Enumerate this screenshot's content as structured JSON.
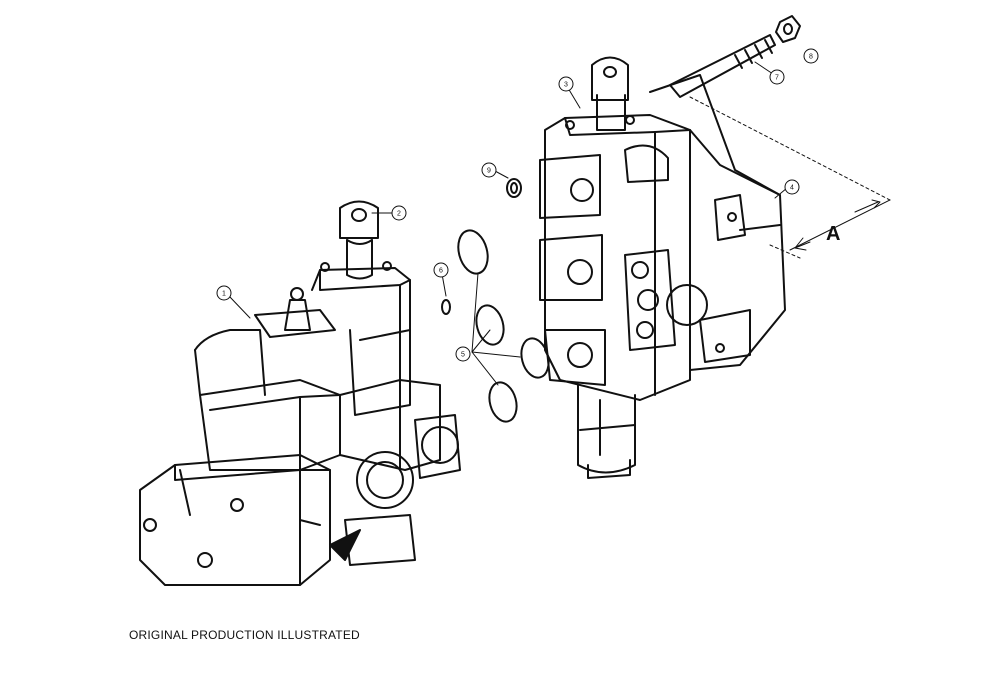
{
  "caption": "ORIGINAL PRODUCTION ILLUSTRATED",
  "dimension_label": "A",
  "callouts": [
    {
      "id": "1",
      "label": "1"
    },
    {
      "id": "2",
      "label": "2"
    },
    {
      "id": "3",
      "label": "3"
    },
    {
      "id": "4",
      "label": "4"
    },
    {
      "id": "5",
      "label": "5"
    },
    {
      "id": "6",
      "label": "6"
    },
    {
      "id": "7",
      "label": "7"
    },
    {
      "id": "8",
      "label": "8"
    },
    {
      "id": "9",
      "label": "9"
    }
  ]
}
